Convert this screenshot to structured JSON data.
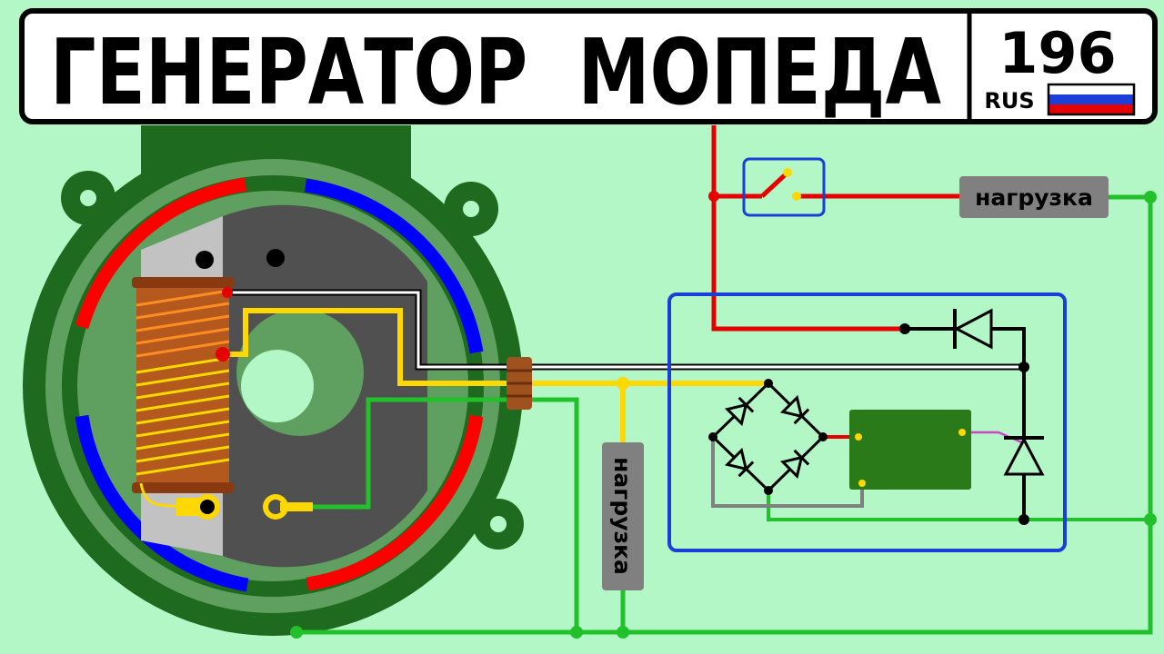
{
  "header": {
    "title": "ГЕНЕРАТОР  МОПЕДА",
    "region_code": "196",
    "country": "RUS"
  },
  "labels": {
    "load_top": "нагрузка",
    "load_vertical": "нагрузка"
  },
  "colors": {
    "background": "#b3f7c7",
    "housing": "#1e6a1e",
    "magnet_red": "#ff0000",
    "magnet_blue": "#0000ff",
    "wire_red": "#e60000",
    "wire_yellow": "#ffd800",
    "wire_green": "#22c02a",
    "wire_gray": "#808080",
    "module_border": "#1a3fd8",
    "coil": "#b3591e",
    "regulator": "#2a7a1a",
    "load_box": "#808080"
  },
  "flag": [
    "#ffffff",
    "#1c3fd8",
    "#e60000"
  ]
}
